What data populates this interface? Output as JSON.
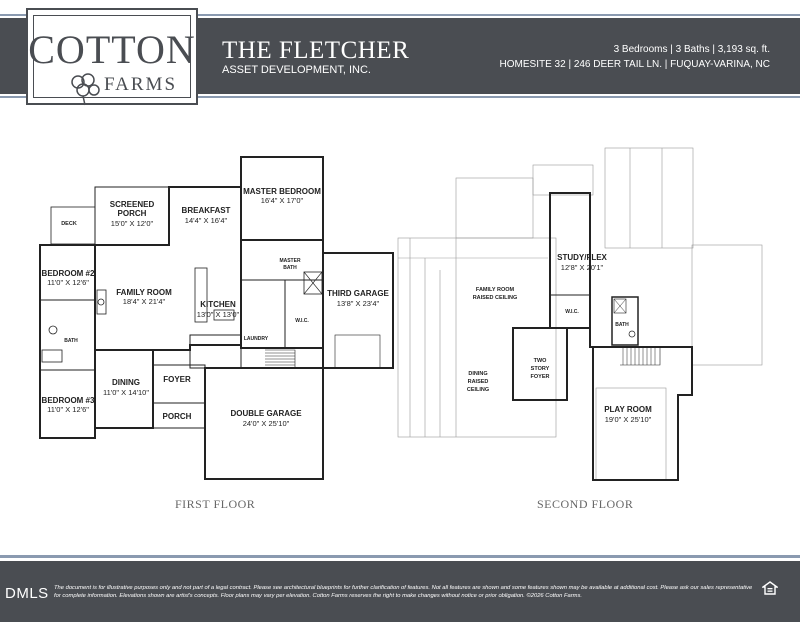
{
  "brand": {
    "name_top": "COTTON",
    "name_bottom": "FARMS"
  },
  "header": {
    "title": "THE FLETCHER",
    "subtitle": "ASSET DEVELOPMENT, INC.",
    "specs": "3 Bedrooms | 3 Baths | 3,193 sq. ft.",
    "address": "HOMESITE 32  |  246 DEER TAIL LN.  |  FUQUAY-VARINA, NC"
  },
  "first_floor": {
    "label": "FIRST FLOOR",
    "rooms": {
      "deck": {
        "name": "DECK"
      },
      "screened_porch": {
        "name": "SCREENED",
        "name2": "PORCH",
        "dims": "15'0\" X 12'0\""
      },
      "breakfast": {
        "name": "BREAKFAST",
        "dims": "14'4\" X 16'4\""
      },
      "master_bedroom": {
        "name": "MASTER BEDROOM",
        "dims": "16'4\" X 17'0\""
      },
      "master_bath": {
        "name": "MASTER",
        "name2": "BATH"
      },
      "bedroom2": {
        "name": "BEDROOM #2",
        "dims": "11'0\" X 12'6\""
      },
      "family_room": {
        "name": "FAMILY ROOM",
        "dims": "18'4\" X 21'4\""
      },
      "kitchen": {
        "name": "KITCHEN",
        "dims": "13'0\" X 13'0\""
      },
      "wic": {
        "name": "W.I.C."
      },
      "laundry": {
        "name": "LAUNDRY"
      },
      "third_garage": {
        "name": "THIRD GARAGE",
        "dims": "13'8\" X 23'4\""
      },
      "bath": {
        "name": "BATH"
      },
      "dining": {
        "name": "DINING",
        "dims": "11'0\" X 14'10\""
      },
      "foyer": {
        "name": "FOYER"
      },
      "porch": {
        "name": "PORCH"
      },
      "bedroom3": {
        "name": "BEDROOM #3",
        "dims": "11'0\" X 12'6\""
      },
      "double_garage": {
        "name": "DOUBLE GARAGE",
        "dims": "24'0\" X 25'10\""
      }
    }
  },
  "second_floor": {
    "label": "SECOND FLOOR",
    "rooms": {
      "study": {
        "name": "STUDY/FLEX",
        "dims": "12'8\" X 20'1\""
      },
      "family_raised": {
        "name": "FAMILY ROOM",
        "name2": "RAISED CEILING"
      },
      "wic": {
        "name": "W.I.C."
      },
      "bath": {
        "name": "BATH"
      },
      "dining_raised": {
        "name": "DINING",
        "name2": "RAISED",
        "name3": "CEILING"
      },
      "two_story_foyer": {
        "name": "TWO",
        "name2": "STORY",
        "name3": "FOYER"
      },
      "play_room": {
        "name": "PLAY ROOM",
        "dims": "19'0\" X 25'10\""
      }
    }
  },
  "footer": {
    "dmls": "DMLS",
    "disclaimer": "The document is for illustrative purposes only and not part of a legal contract. Please see architectural blueprints for further clarification of features. Not all features are shown and some features shown may be available at additional cost. Please ask our sales representative for complete information. Elevations shown are artist's concepts. Floor plans may vary per elevation. Cotton Farms reserves the right to make changes without notice or prior obligation. ©2026 Cotton Farms.",
    "eho_icon": "equal-housing-icon"
  },
  "colors": {
    "band": "#4a4d52",
    "accent_line": "#8a9ab0",
    "wall": "#222222"
  }
}
